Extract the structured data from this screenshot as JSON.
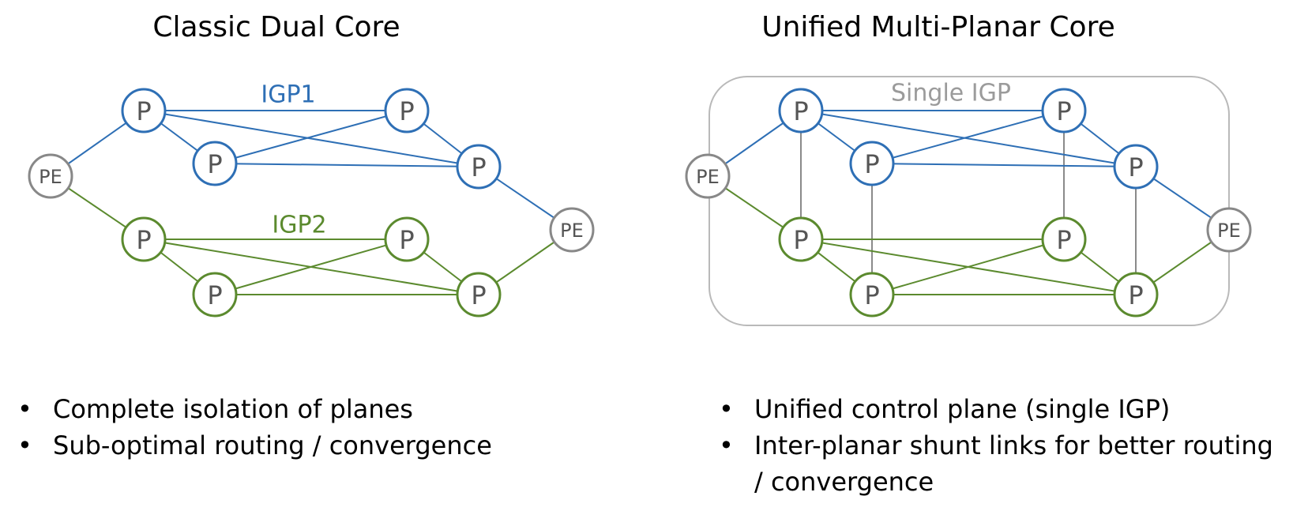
{
  "colors": {
    "plane1": "#2e6fb5",
    "plane2": "#5b8a2e",
    "pe": "#888888",
    "shunt": "#8a8a8a",
    "box": "#b9b9b9",
    "single_igp": "#9b9b9b"
  },
  "left": {
    "title": "Classic Dual Core",
    "plane1_label": "IGP1",
    "plane2_label": "IGP2",
    "bullets": [
      "Complete isolation of planes",
      "Sub-optimal routing / convergence"
    ]
  },
  "right": {
    "title": "Unified Multi-Planar Core",
    "box_label": "Single IGP",
    "bullets": [
      "Unified control plane (single IGP)",
      "Inter-planar shunt links for better routing / convergence"
    ]
  },
  "node_labels": {
    "p": "P",
    "pe": "PE"
  }
}
